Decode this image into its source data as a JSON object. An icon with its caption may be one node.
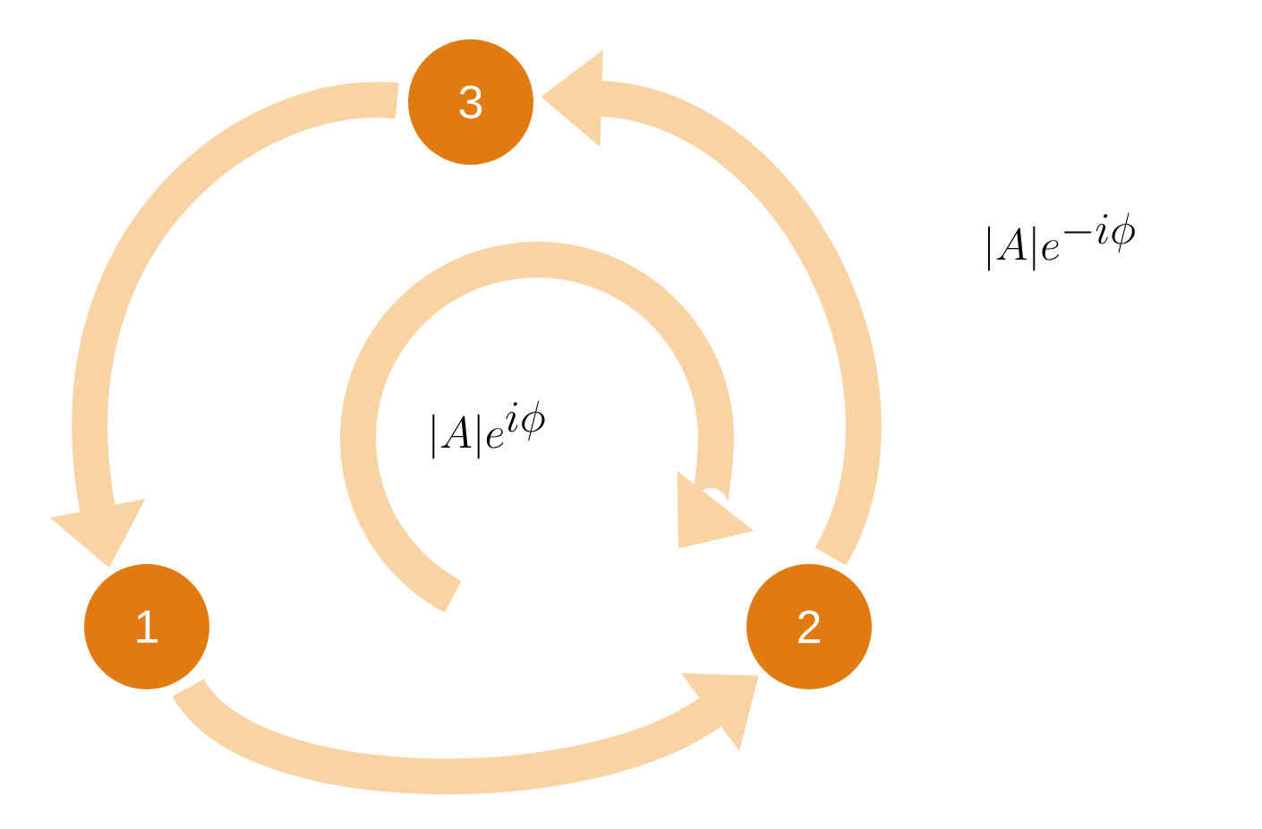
{
  "diagram": {
    "nodes": [
      {
        "text": [
          "3"
        ]
      },
      {
        "text": [
          "1"
        ]
      },
      {
        "text": [
          "2"
        ]
      }
    ],
    "edges": [
      {
        "from": 0,
        "to": 1,
        "arrow": "to"
      },
      {
        "from": 1,
        "to": 2,
        "arrow": "to"
      },
      {
        "from": 2,
        "to": 0,
        "arrow": "to"
      }
    ],
    "labels": [
      "|A|e^{-i\\phi}",
      "|A|e^{i\\phi}"
    ]
  }
}
